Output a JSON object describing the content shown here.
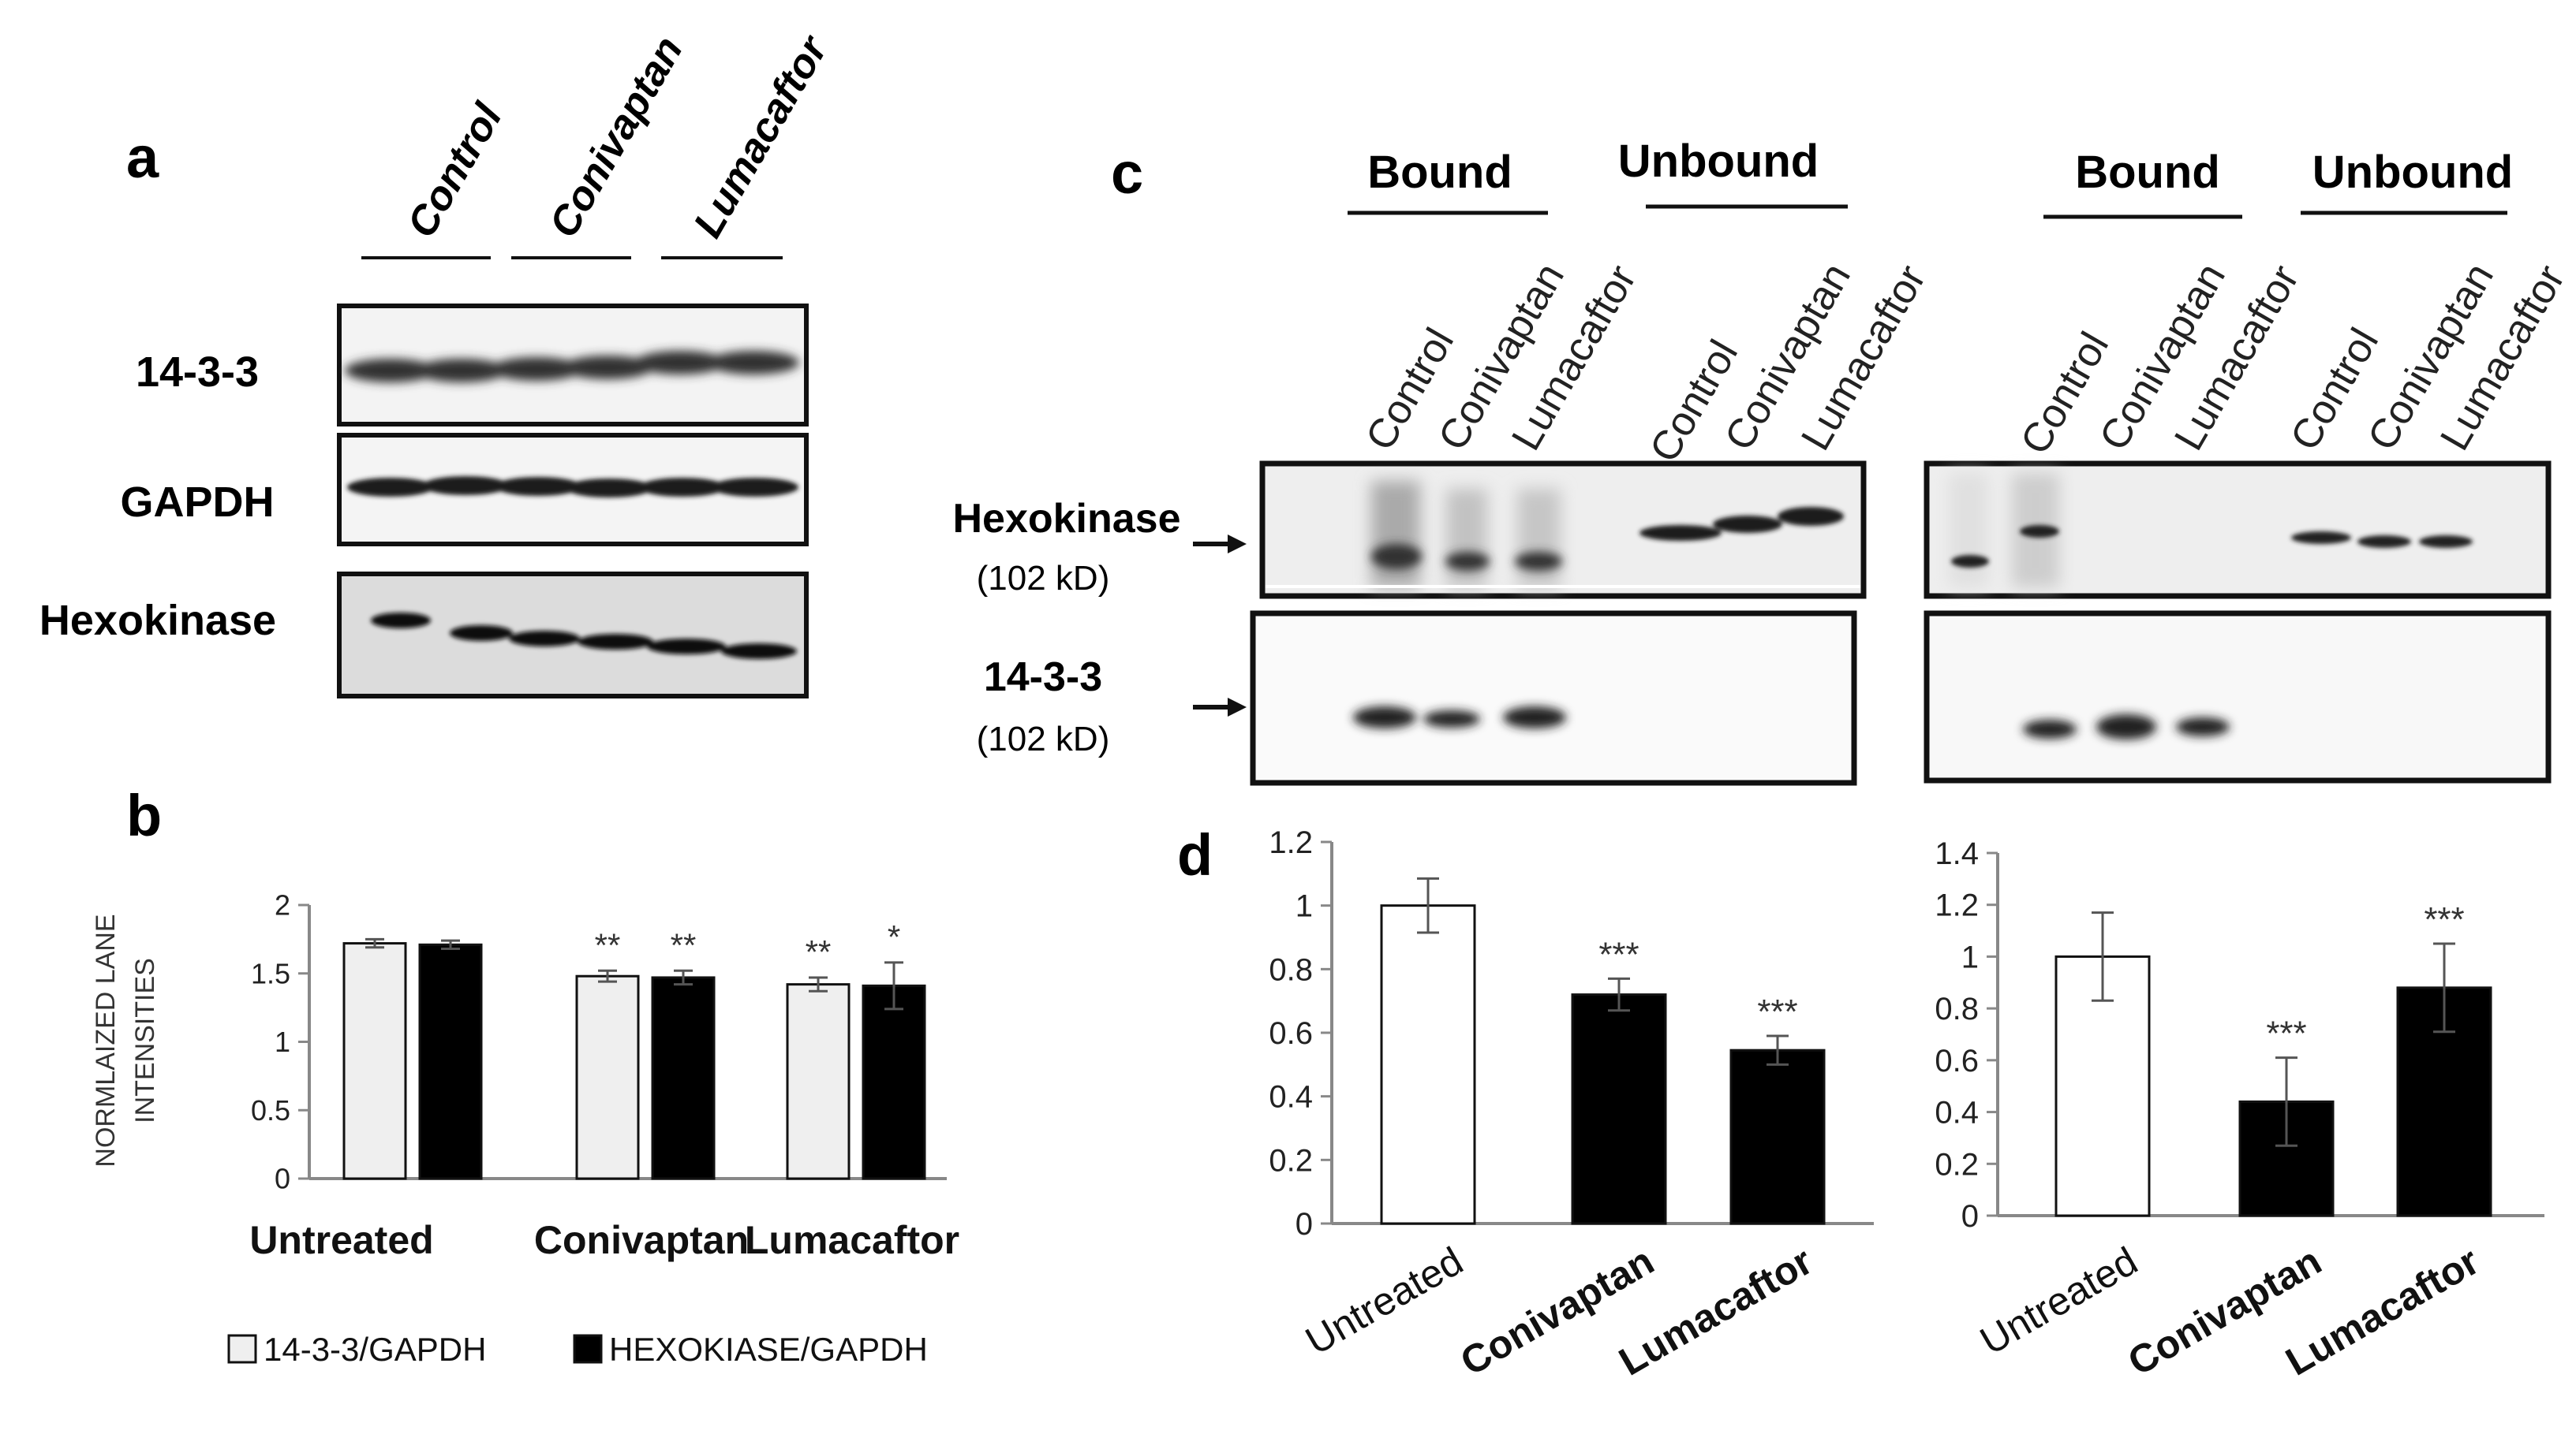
{
  "panels": {
    "a": "a",
    "b": "b",
    "c": "c",
    "d": "d"
  },
  "panel_a": {
    "lane_groups": [
      "Control",
      "Conivaptan",
      "Lumacaftor"
    ],
    "blot_labels": [
      "14-3-3",
      "GAPDH",
      "Hexokinase"
    ]
  },
  "panel_c": {
    "group_headers": [
      "Bound",
      "Unbound",
      "Bound",
      "Unbound"
    ],
    "lane_labels": [
      "Control",
      "Conivaptan",
      "Lumacaftor",
      "Control",
      "Conivaptan",
      "Lumacaftor",
      "Control",
      "Conivaptan",
      "Lumacaftor",
      "Control",
      "Conivaptan",
      "Lumacaftor"
    ],
    "row_labels": [
      {
        "name": "Hexokinase",
        "size": "(102 kD)"
      },
      {
        "name": "14-3-3",
        "size": "(102 kD)"
      }
    ]
  },
  "chart_data": [
    {
      "panel": "b",
      "type": "bar",
      "categories": [
        "Untreated",
        "Conivaptan",
        "Lumacaftor"
      ],
      "series": [
        {
          "name": "14-3-3/GAPDH",
          "color": "#efefef",
          "values": [
            1.72,
            1.48,
            1.42
          ],
          "errors": [
            0.03,
            0.04,
            0.05
          ],
          "significance": [
            "",
            "**",
            "**"
          ]
        },
        {
          "name": "HEXOKIASE/GAPDH",
          "color": "#000000",
          "values": [
            1.71,
            1.47,
            1.41
          ],
          "errors": [
            0.03,
            0.05,
            0.17
          ],
          "significance": [
            "",
            "**",
            "*"
          ]
        }
      ],
      "ylabel": [
        "NORMLAIZED LANE",
        "INTENSITIES"
      ],
      "ylim": [
        0,
        2
      ],
      "yticks": [
        "0",
        "0.5",
        "1",
        "1.5",
        "2"
      ],
      "legend_position": "bottom"
    },
    {
      "panel": "d-left",
      "type": "bar",
      "categories": [
        "Untreated",
        "Conivaptan",
        "Lumacaftor"
      ],
      "values": [
        1.0,
        0.72,
        0.545
      ],
      "errors": [
        0.085,
        0.05,
        0.045
      ],
      "colors": [
        "#ffffff",
        "#000000",
        "#000000"
      ],
      "significance": [
        "",
        "***",
        "***"
      ],
      "ylim": [
        0,
        1.2
      ],
      "yticks": [
        "0",
        "0.2",
        "0.4",
        "0.6",
        "0.8",
        "1",
        "1.2"
      ]
    },
    {
      "panel": "d-right",
      "type": "bar",
      "categories": [
        "Untreated",
        "Conivaptan",
        "Lumacaftor"
      ],
      "values": [
        1.0,
        0.44,
        0.88
      ],
      "errors": [
        0.17,
        0.17,
        0.17
      ],
      "colors": [
        "#ffffff",
        "#000000",
        "#000000"
      ],
      "significance": [
        "",
        "***",
        "***"
      ],
      "ylim": [
        0,
        1.4
      ],
      "yticks": [
        "0",
        "0.2",
        "0.4",
        "0.6",
        "0.8",
        "1",
        "1.2",
        "1.4"
      ]
    }
  ]
}
